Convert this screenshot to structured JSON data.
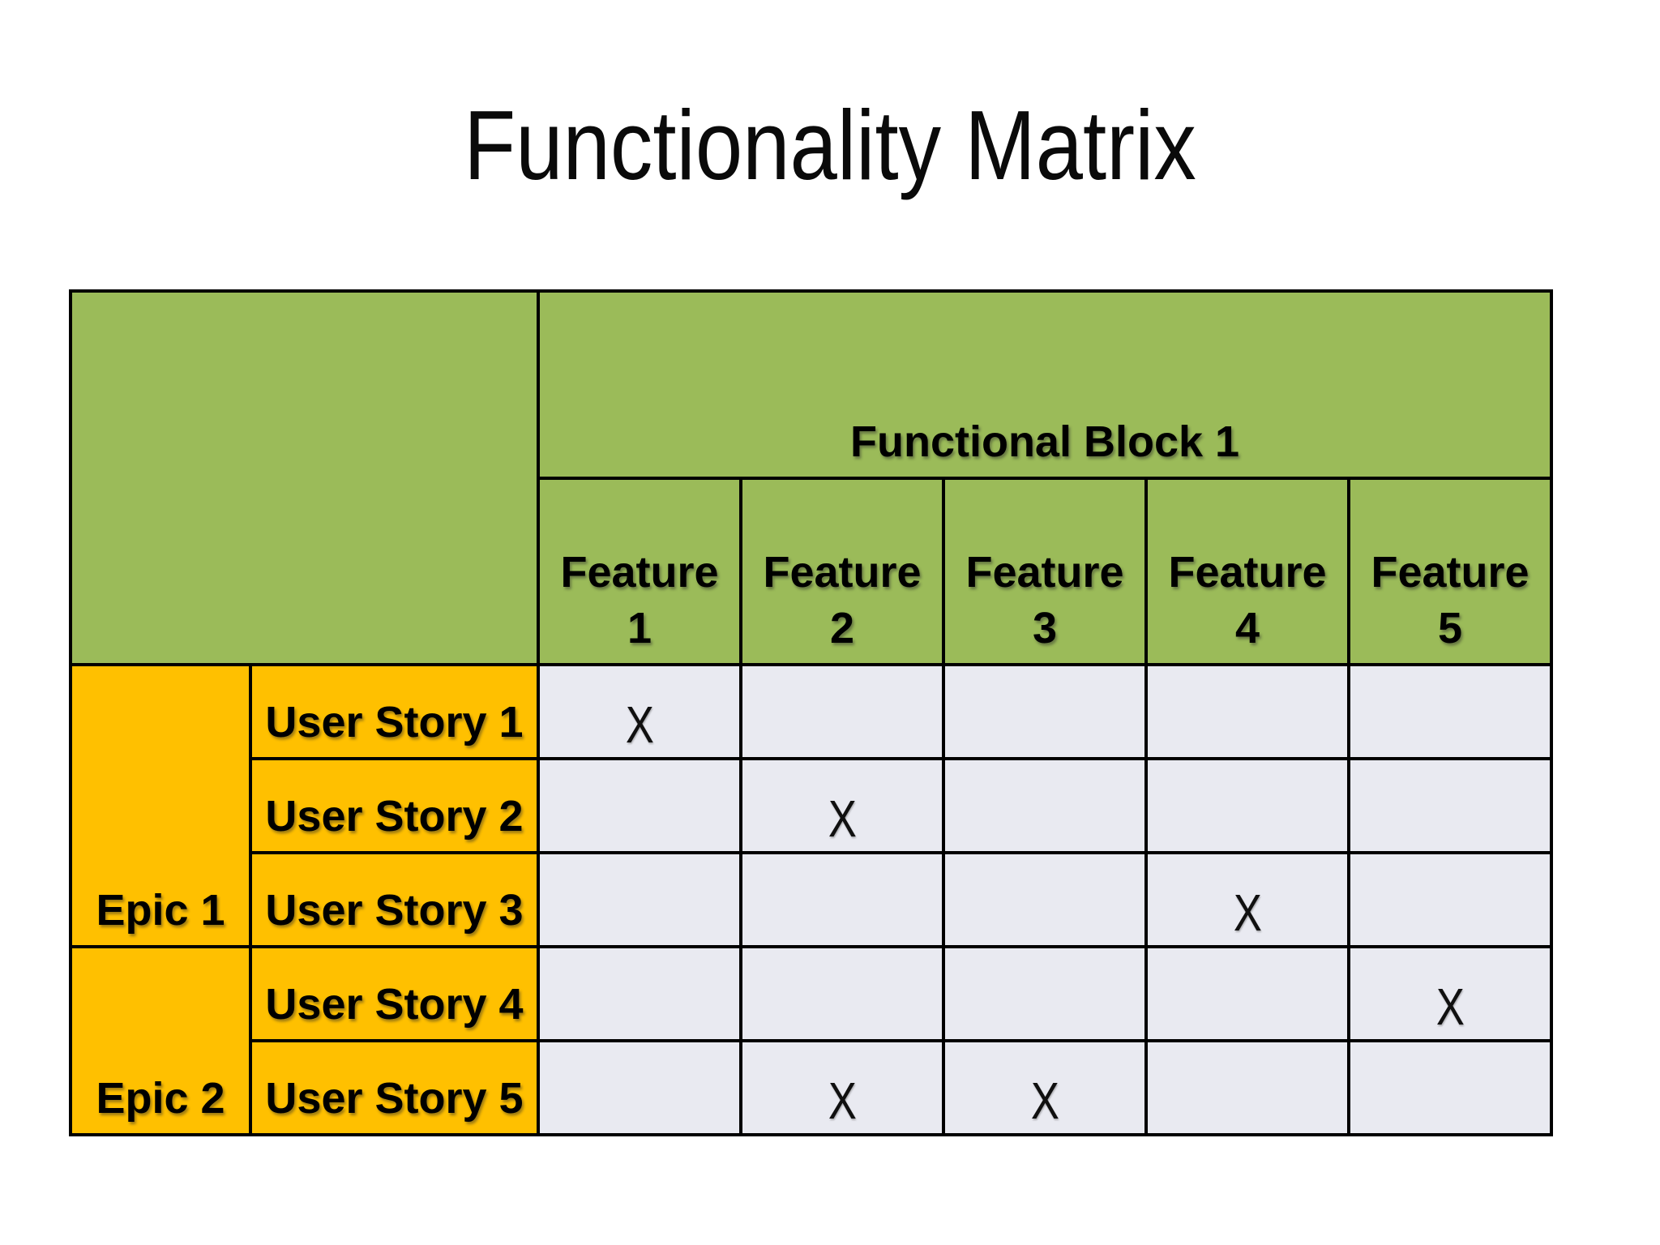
{
  "title": "Functionality Matrix",
  "table": {
    "block_header": "Functional Block 1",
    "features": [
      {
        "label": "Feature 1"
      },
      {
        "label": "Feature 2"
      },
      {
        "label": "Feature 3"
      },
      {
        "label": "Feature 4"
      },
      {
        "label": "Feature 5"
      }
    ],
    "epics": [
      {
        "label": "Epic 1",
        "stories": [
          {
            "label": "User Story 1",
            "marks": [
              "X",
              "",
              "",
              "",
              ""
            ]
          },
          {
            "label": "User Story 2",
            "marks": [
              "",
              "X",
              "",
              "",
              ""
            ]
          },
          {
            "label": "User Story 3",
            "marks": [
              "",
              "",
              "",
              "X",
              ""
            ]
          }
        ]
      },
      {
        "label": "Epic 2",
        "stories": [
          {
            "label": "User Story 4",
            "marks": [
              "",
              "",
              "",
              "",
              "X"
            ]
          },
          {
            "label": "User Story 5",
            "marks": [
              "",
              "X",
              "X",
              "",
              ""
            ]
          }
        ]
      }
    ]
  },
  "colors": {
    "header_green": "#9BBB59",
    "epic_gold": "#FFC000",
    "cell_gray": "#E9EAF1",
    "border": "#000000",
    "background": "#FFFFFF",
    "text": "#000000"
  }
}
